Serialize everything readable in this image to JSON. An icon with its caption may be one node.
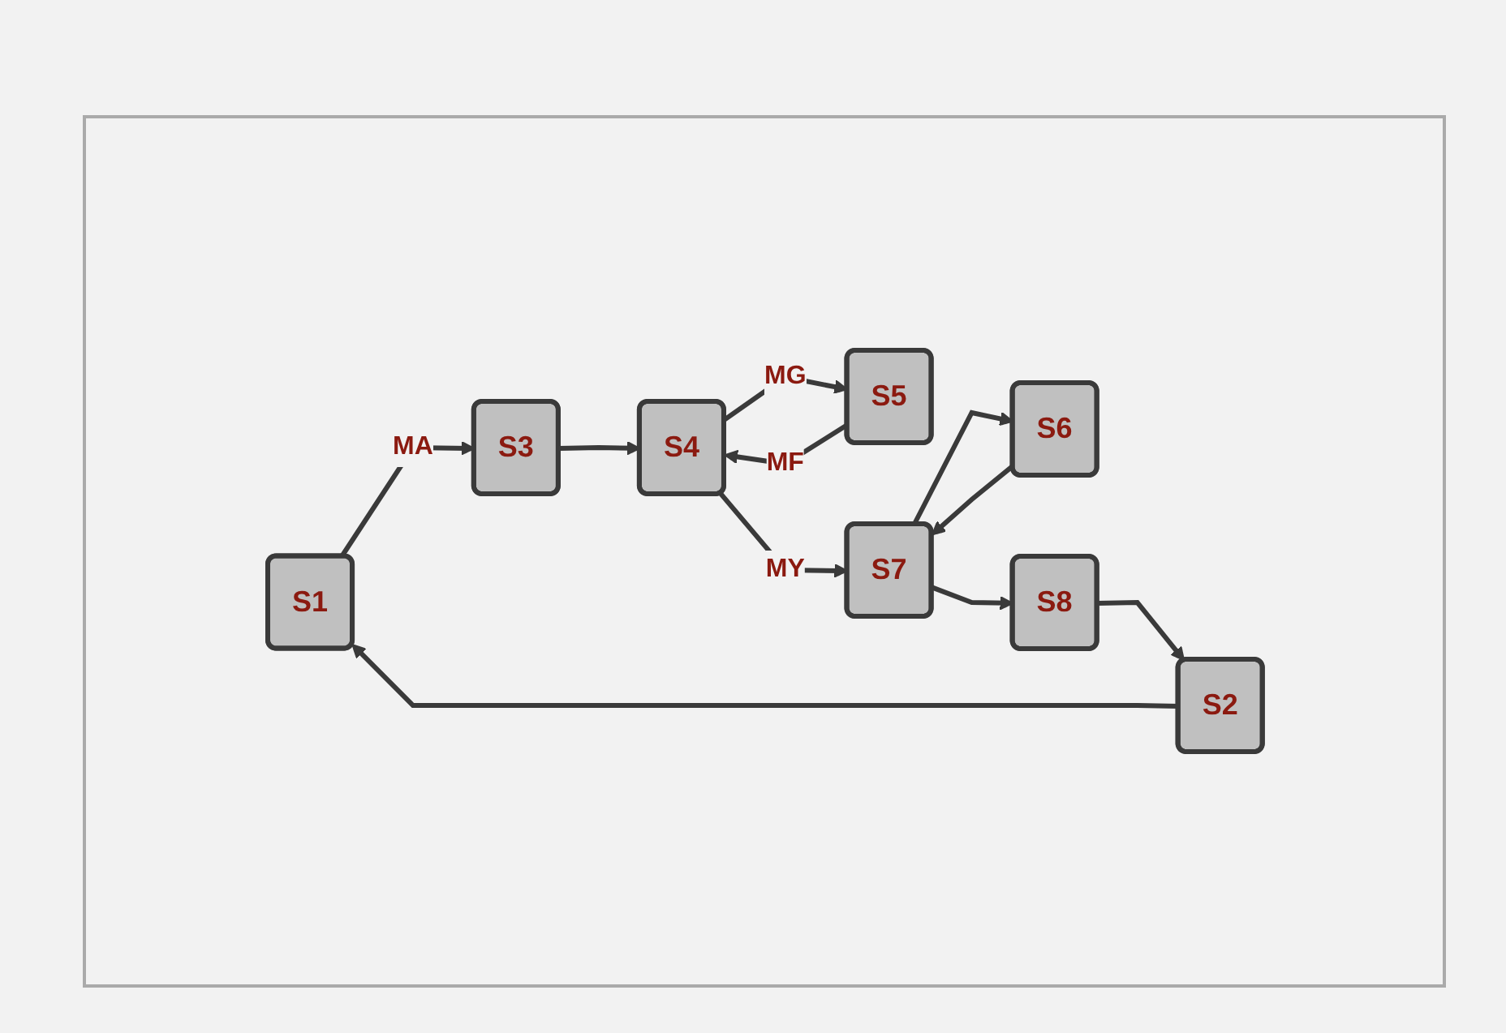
{
  "diagram": {
    "nodes": [
      {
        "text": [
          "S1"
        ]
      },
      {
        "text": [
          "S2"
        ]
      },
      {
        "text": [
          "S3"
        ]
      },
      {
        "text": [
          "S4"
        ]
      },
      {
        "text": [
          "S5"
        ]
      },
      {
        "text": [
          "S6"
        ]
      },
      {
        "text": [
          "S7"
        ]
      },
      {
        "text": [
          "S8"
        ]
      }
    ],
    "edges": [
      {
        "from": 0,
        "to": 2,
        "arrow": "to",
        "label": "MA"
      },
      {
        "from": 2,
        "to": 3,
        "arrow": "to"
      },
      {
        "from": 3,
        "to": 4,
        "arrow": "to",
        "label": "MG"
      },
      {
        "from": 4,
        "to": 3,
        "arrow": "to",
        "label": "MF"
      },
      {
        "from": 3,
        "to": 6,
        "arrow": "to",
        "label": "MY"
      },
      {
        "from": 6,
        "to": 5,
        "arrow": "to"
      },
      {
        "from": 5,
        "to": 6,
        "arrow": "to"
      },
      {
        "from": 6,
        "to": 7,
        "arrow": "to"
      },
      {
        "from": 7,
        "to": 1,
        "arrow": "to"
      },
      {
        "from": 1,
        "to": 0,
        "arrow": "to"
      }
    ]
  }
}
